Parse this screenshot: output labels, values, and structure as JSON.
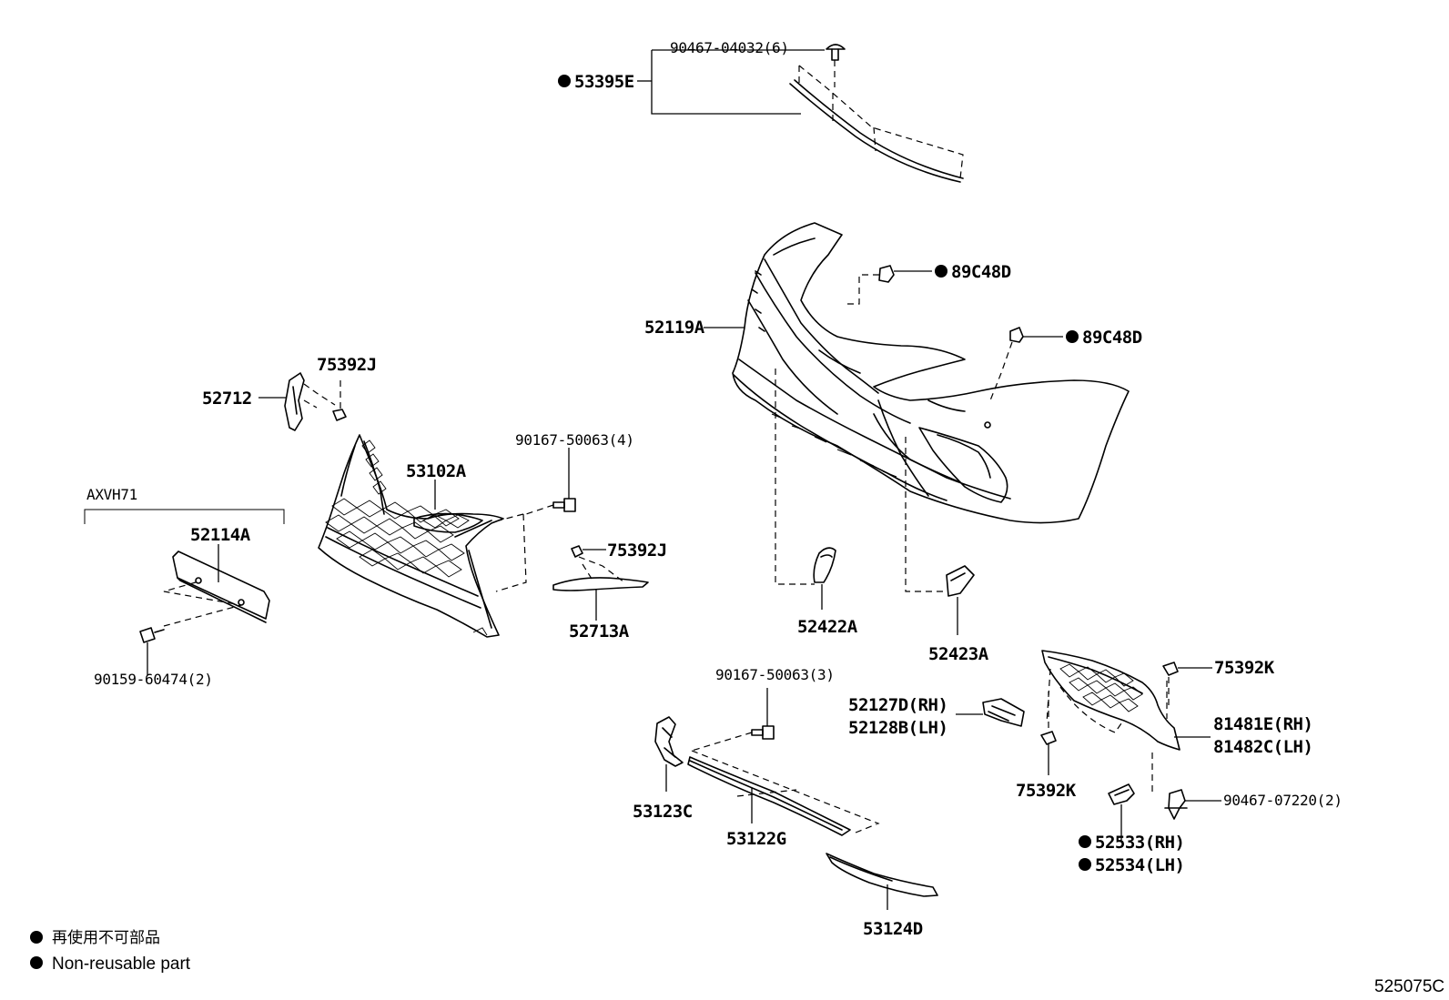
{
  "labels": {
    "p90467_04032": "90467-04032(6)",
    "p53395E": "53395E",
    "p89C48D_a": "89C48D",
    "p89C48D_b": "89C48D",
    "p52119A": "52119A",
    "p75392J_a": "75392J",
    "p52712": "52712",
    "p90167_50063_4": "90167-50063(4)",
    "p53102A": "53102A",
    "axvh71": "AXVH71",
    "p52114A": "52114A",
    "p75392J_b": "75392J",
    "p52713A": "52713A",
    "p52422A": "52422A",
    "p52423A": "52423A",
    "p90159_60474": "90159-60474(2)",
    "p90167_50063_3": "90167-50063(3)",
    "p75392K_a": "75392K",
    "p52127D": "52127D(RH)",
    "p52128B": "52128B(LH)",
    "p81481E": "81481E(RH)",
    "p81482C": "81482C(LH)",
    "p53123C": "53123C",
    "p75392K_b": "75392K",
    "p90467_07220": "90467-07220(2)",
    "p53122G": "53122G",
    "p52533": "52533(RH)",
    "p52534": "52534(LH)",
    "p53124D": "53124D"
  },
  "legend": {
    "japanese": "再使用不可部品",
    "english": "Non-reusable part"
  },
  "diagram_code": "525075C"
}
